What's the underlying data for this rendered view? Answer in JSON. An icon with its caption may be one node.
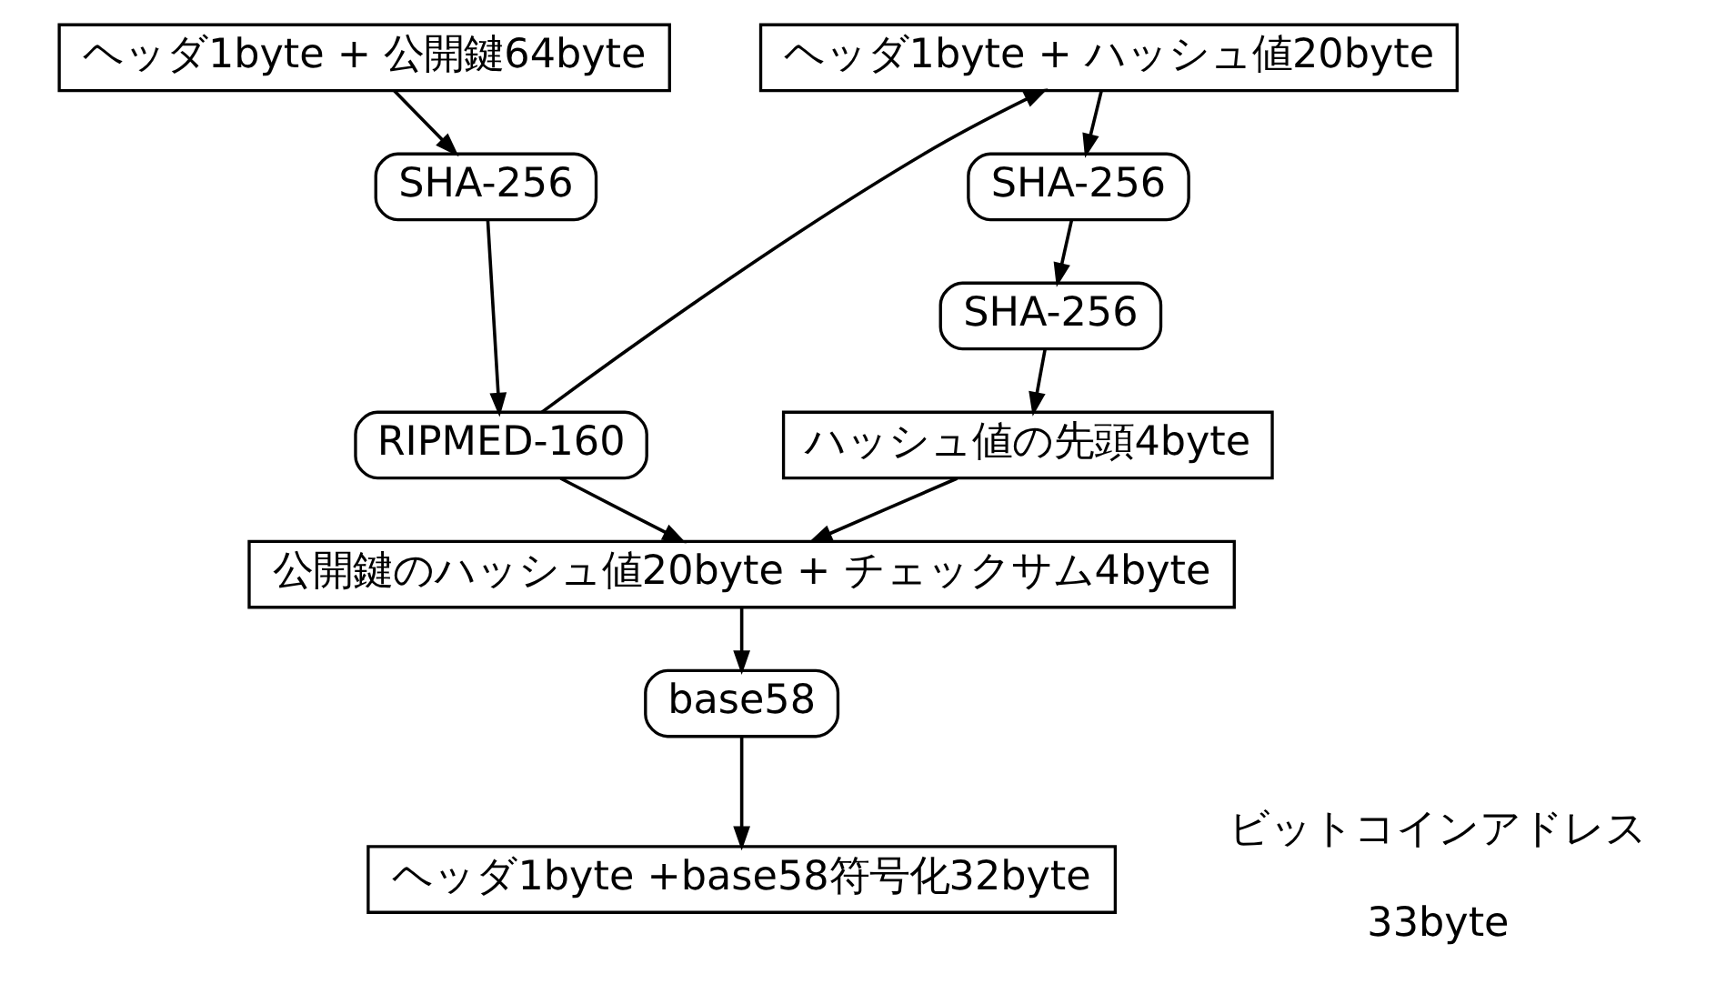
{
  "diagram": {
    "nodes": [
      {
        "text": [
          "ヘッダ1byte + 公開鍵64byte"
        ]
      },
      {
        "text": [
          "SHA-256"
        ]
      },
      {
        "text": [
          "RIPMED-160"
        ]
      },
      {
        "text": [
          "ヘッダ1byte + ハッシュ値20byte"
        ]
      },
      {
        "text": [
          "SHA-256"
        ]
      },
      {
        "text": [
          "SHA-256"
        ]
      },
      {
        "text": [
          "ハッシュ値の先頭4byte"
        ]
      },
      {
        "text": [
          "公開鍵のハッシュ値20byte + チェックサム4byte"
        ]
      },
      {
        "text": [
          "base58"
        ]
      },
      {
        "text": [
          "ヘッダ1byte +base58符号化32byte"
        ]
      }
    ],
    "edges": [
      {
        "from": 0,
        "to": 1,
        "arrow": "to"
      },
      {
        "from": 1,
        "to": 2,
        "arrow": "to"
      },
      {
        "from": 2,
        "to": 3,
        "arrow": "to"
      },
      {
        "from": 3,
        "to": 4,
        "arrow": "to"
      },
      {
        "from": 4,
        "to": 5,
        "arrow": "to"
      },
      {
        "from": 5,
        "to": 6,
        "arrow": "to"
      },
      {
        "from": 2,
        "to": 7,
        "arrow": "to"
      },
      {
        "from": 6,
        "to": 7,
        "arrow": "to"
      },
      {
        "from": 7,
        "to": 8,
        "arrow": "to"
      },
      {
        "from": 8,
        "to": 9,
        "arrow": "to"
      }
    ],
    "labels": [
      "ビットコインアドレス",
      "33byte"
    ]
  }
}
